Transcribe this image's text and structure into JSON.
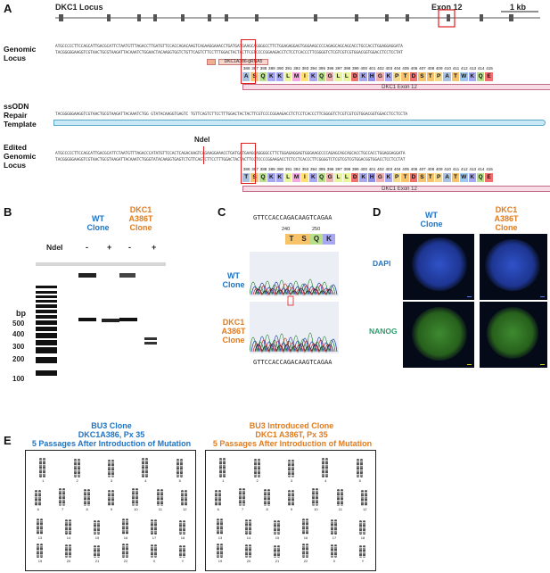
{
  "panels": {
    "a": "A",
    "b": "B",
    "c": "C",
    "d": "D",
    "e": "E"
  },
  "panel_a": {
    "locus_title": "DKC1 Locus",
    "exon_label": "Exon 12",
    "scale_label": "1 kb",
    "genomic_label": "Genomic\nLocus",
    "ssodn_label": "ssODN\nRepair\nTemplate",
    "edited_label": "Edited\nGenomic\nLocus",
    "ndei_label": "NdeI",
    "grna_label": "DKC1A386-gRNA5",
    "exon12_label": "DKC1 Exon 12",
    "seq_top_1": "ATGCCCCCTTCCAGCATTGACGCATTCTAATGTTTAGACCTTGATGTTCCACCAGACAAGTCAGAAGGAAACCTGATGATGAAGCAGGGGCCTTCTGGAGAGGAGTGGGAAGCCCCAGAGCAGCAGCACCTGCCACCTGGAGGAGGATA",
    "seq_top_2": "TACGGGGGAAGGTCGTAACTGCGTAAGATTACAAATCTGGAACTACAAGGTGGTCTGTTCAGTCTTCCTTTGGACTACTACTTCGTCCCCGGAAGACCTCTCCTCACCCTTCGGGGTCTCGTCGTCGTGGACGGTGGACCTCCTCCTAT",
    "seq_ssodn": "TACGGGGGAAGGTCGTAACTGCGTAAGATTACAAATCTGG GTATACAAGGTGAGTC TGTTCAGTCTTCCTTTGGACTACTACTTCGTCCCCGGAAGACCTCTCCTCACCCTTCGGGGTCTCGTCGTCGTGGACGGTGGACCTCCTCCTA",
    "seq_edit_1": "ATGCCCCCTTCCAGCATTGACGCATTCTAATGTTTAGACCCATATGTTCCACTCAGACAAGTCAGAAGGAAACCTGATGATGAAGCAGGGGCCTTCTGGAGAGGAGTGGGAAGCCCCAGAGCAGCAGCACCTGCCACCTGGAGGAGGATA",
    "seq_edit_2": "TACGGGGGAAGGTCGTAACTGCGTAAGATTACAAATCTGGGTATACAAGGTGAGTCTGTTCAGTCTTCCTTTGGACTACTACTTCGTCCCCGGAAGACCTCTCCTCACCCTTCGGGGTCTCGTCGTCGTGGACGGTGGACCTCCTCCTAT",
    "positions": [
      "386",
      "387",
      "388",
      "389",
      "390",
      "391",
      "392",
      "393",
      "394",
      "395",
      "396",
      "397",
      "398",
      "399",
      "400",
      "401",
      "402",
      "403",
      "404",
      "405",
      "406",
      "407",
      "408",
      "409",
      "410",
      "411",
      "412",
      "413",
      "414",
      "415"
    ],
    "aa_wt": [
      "A",
      "S",
      "Q",
      "K",
      "K",
      "L",
      "M",
      "I",
      "K",
      "Q",
      "G",
      "L",
      "L",
      "D",
      "K",
      "H",
      "G",
      "K",
      "P",
      "T",
      "D",
      "S",
      "T",
      "P",
      "A",
      "T",
      "W",
      "K",
      "Q",
      "E"
    ],
    "aa_edit": [
      "T",
      "S",
      "Q",
      "K",
      "K",
      "L",
      "M",
      "I",
      "K",
      "Q",
      "G",
      "L",
      "L",
      "D",
      "K",
      "H",
      "G",
      "K",
      "P",
      "T",
      "D",
      "S",
      "T",
      "P",
      "A",
      "T",
      "W",
      "K",
      "Q",
      "E"
    ],
    "aa_colors": [
      "#a9c2e0",
      "#f6c36b",
      "#b8e08a",
      "#a8a8f0",
      "#a8a8f0",
      "#e9f59c",
      "#f3a8e0",
      "#ffe070",
      "#a8a8f0",
      "#b8e08a",
      "#f0b0b0",
      "#e9f59c",
      "#e9f59c",
      "#f07070",
      "#a8a8f0",
      "#9090e8",
      "#f0b0b0",
      "#a8a8f0",
      "#f3d88e",
      "#f6c36b",
      "#f07070",
      "#f6c36b",
      "#f6c36b",
      "#f3d88e",
      "#a9c2e0",
      "#f6c36b",
      "#9fc6ec",
      "#a8a8f0",
      "#b8e08a",
      "#f07070"
    ]
  },
  "panel_b": {
    "wt_label": "WT\nClone",
    "mut_label": "DKC1\nA386T\nClone",
    "ndei_label": "NdeI",
    "lanes": [
      "-",
      "+",
      "-",
      "+"
    ],
    "bp_label": "bp",
    "ladder": [
      "500",
      "400",
      "300",
      "200",
      "100"
    ]
  },
  "panel_c": {
    "seq_top": "GTTCCACCAGACAAGTCAGAA",
    "tick_240": "240",
    "tick_250": "250",
    "aa": [
      "T",
      "S",
      "Q",
      "K"
    ],
    "aa_colors": [
      "#f6c36b",
      "#f6c36b",
      "#b8e08a",
      "#a8a8f0"
    ],
    "wt_label": "WT\nClone",
    "mut_label": "DKC1\nA386T\nClone",
    "seq_bottom": "GTTCCACCAGACAAGTCAGAA"
  },
  "panel_d": {
    "wt_label": "WT\nClone",
    "mut_label": "DKC1\nA386T\nClone",
    "dapi": "DAPI",
    "nanog": "NANOG"
  },
  "panel_e": {
    "left_title_1": "BU3 Clone",
    "left_title_2": "DKC1A386, Px 35",
    "left_title_3": "5 Passages After Introduction of Mutation",
    "right_title_1": "BU3 Introduced Clone",
    "right_title_2": "DKC1 A386T,  Px 35",
    "right_title_3": "5 Passages After Introduction of Mutation",
    "chrom_labels": [
      "1",
      "2",
      "3",
      "4",
      "5",
      "6",
      "7",
      "8",
      "9",
      "10",
      "11",
      "12",
      "13",
      "14",
      "15",
      "16",
      "17",
      "18",
      "19",
      "20",
      "21",
      "22",
      "X",
      "Y"
    ]
  }
}
